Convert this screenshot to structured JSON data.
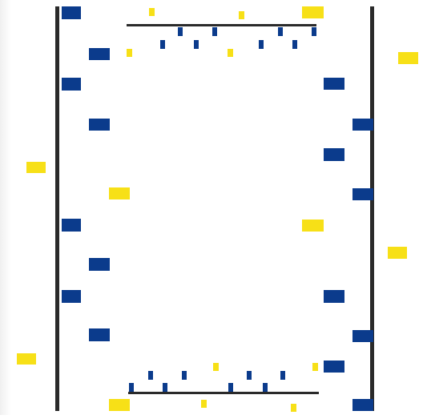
{
  "colors": {
    "background": "#ffffff",
    "wall": "#2a2a2a",
    "blue_block": "#0b3b8c",
    "yellow_block": "#f7e017"
  },
  "diagram": {
    "description_items": [
      {
        "id": "left-wall",
        "kind": "wall"
      },
      {
        "id": "right-wall",
        "kind": "wall"
      },
      {
        "id": "top-bar",
        "kind": "bar"
      },
      {
        "id": "bottom-bar",
        "kind": "bar"
      }
    ]
  }
}
